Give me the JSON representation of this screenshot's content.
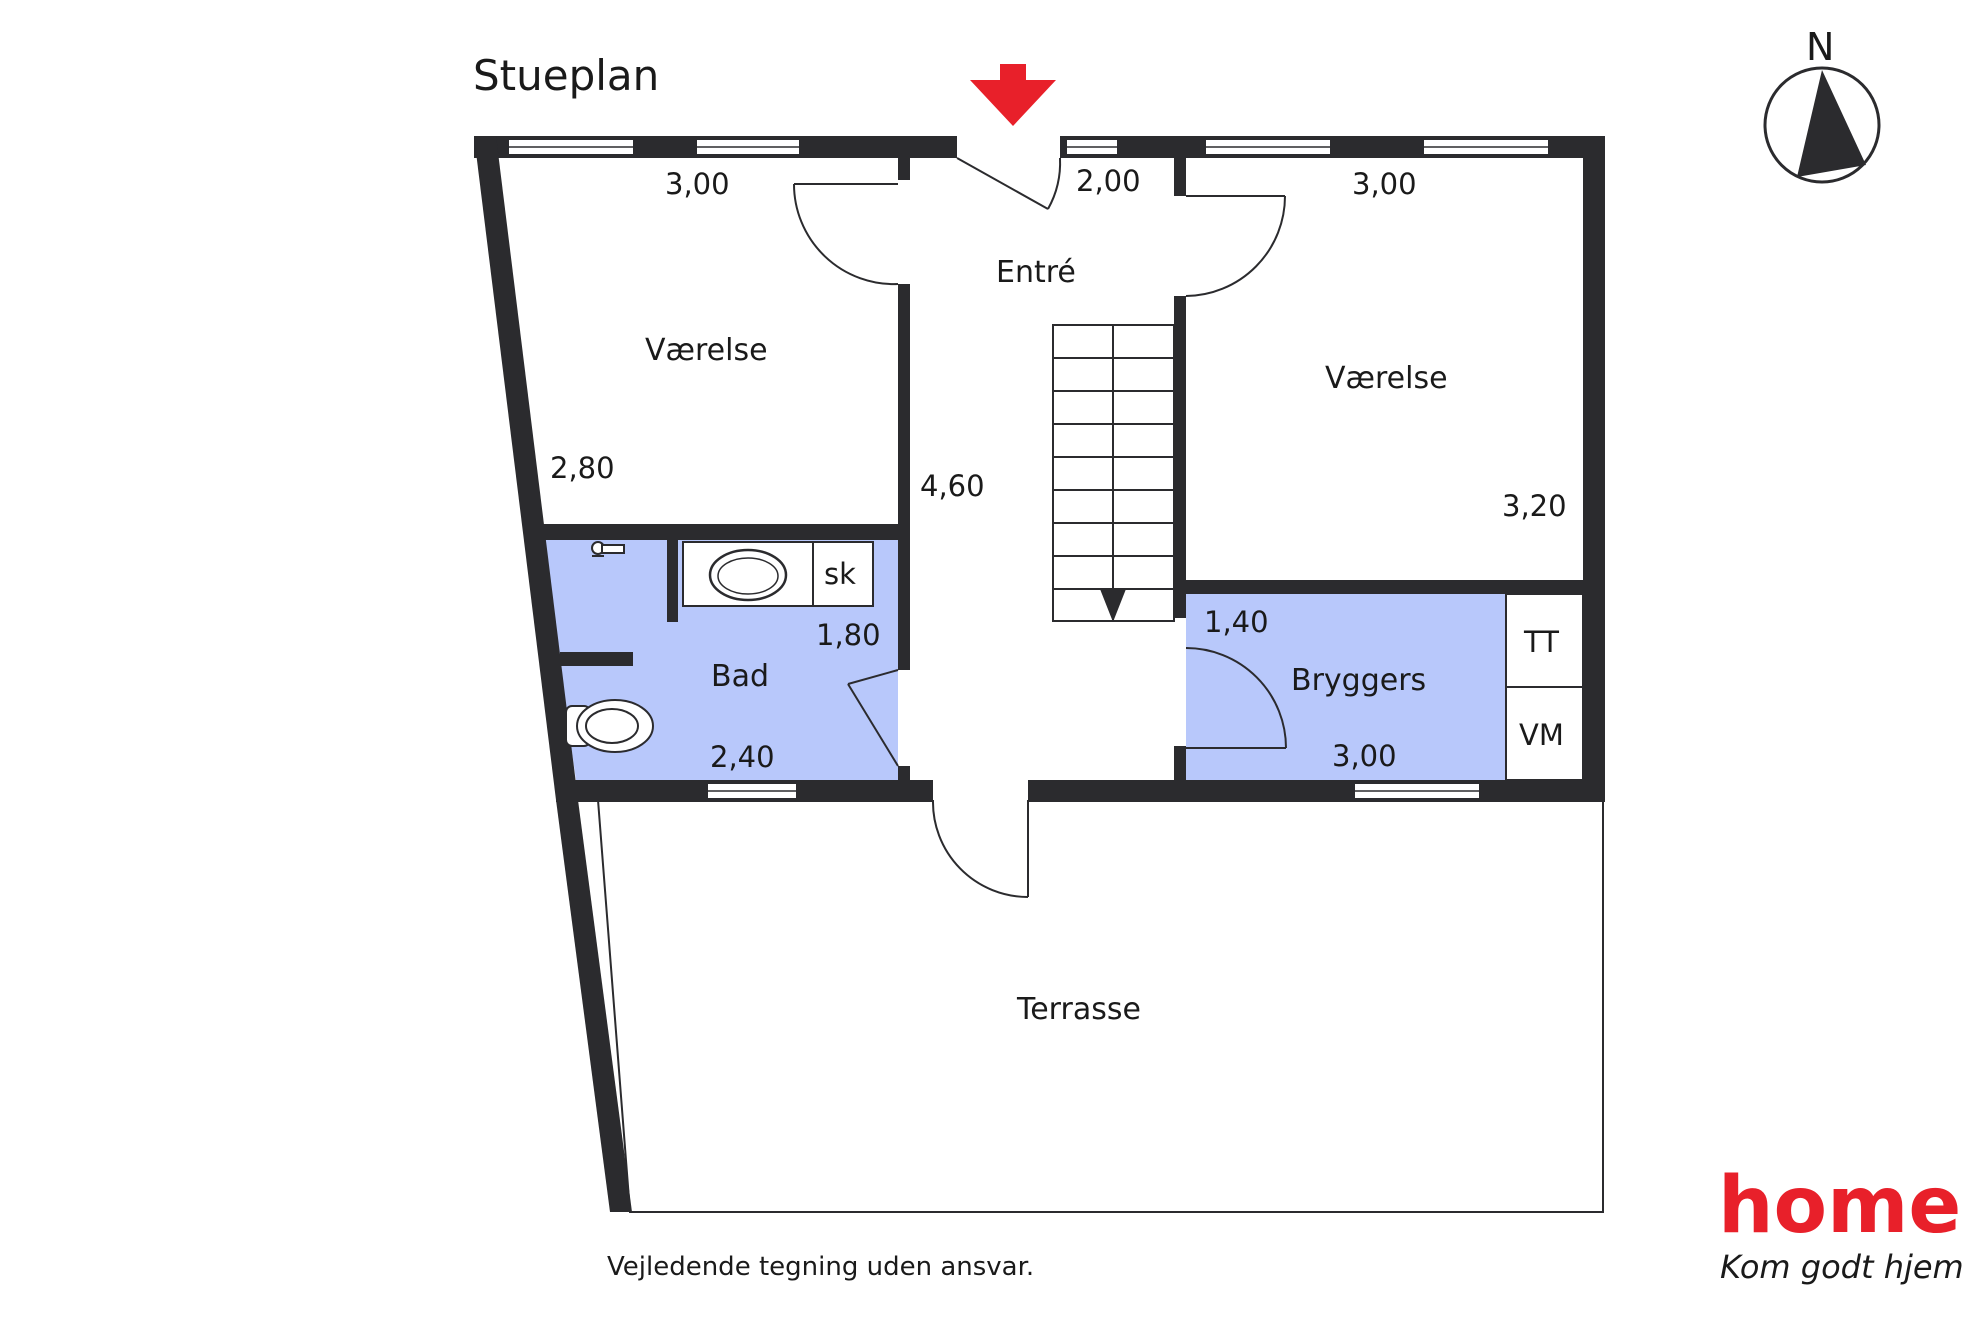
{
  "plan": {
    "title": "Stueplan",
    "disclaimer": "Vejledende tegning uden ansvar.",
    "compass_label": "N"
  },
  "rooms": {
    "vaerelse_left": {
      "name": "Værelse",
      "dim_width": "3,00",
      "dim_depth": "2,80"
    },
    "entre": {
      "name": "Entré",
      "dim_width": "2,00",
      "dim_depth": "4,60"
    },
    "vaerelse_right": {
      "name": "Værelse",
      "dim_width": "3,00",
      "dim_depth": "3,20"
    },
    "bad": {
      "name": "Bad",
      "dim_width": "2,40",
      "dim_depth": "1,80"
    },
    "bryggers": {
      "name": "Bryggers",
      "dim_width": "3,00",
      "dim_depth": "1,40"
    },
    "terrasse": {
      "name": "Terrasse"
    }
  },
  "fixtures": {
    "cabinet_label": "sk",
    "dryer_label": "TT",
    "washer_label": "VM"
  },
  "brand": {
    "name": "home",
    "slogan": "Kom godt hjem"
  },
  "colors": {
    "wall": "#2b2b2e",
    "wet_room": "#b8c8fb",
    "entrance_arrow": "#e8202a",
    "brand_red": "#e8202a"
  }
}
